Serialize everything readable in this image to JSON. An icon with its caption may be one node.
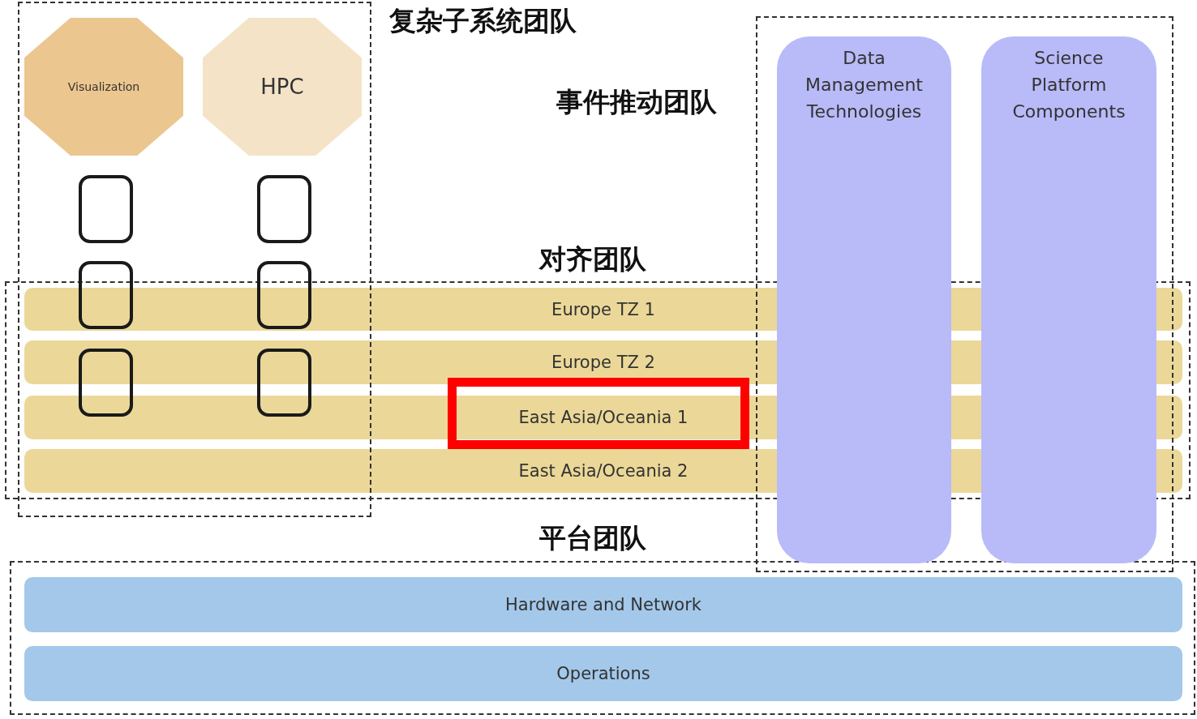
{
  "diagram": {
    "nodes": [
      {
        "text": [
          "复杂子系统团队"
        ]
      },
      {
        "text": [
          "Visualization"
        ],
        "in": 0
      },
      {
        "text": [
          "HPC"
        ],
        "in": 0
      },
      {
        "text": [],
        "shape": "box",
        "in": 0
      },
      {
        "text": [],
        "shape": "box",
        "in": 0
      },
      {
        "text": [],
        "shape": "box",
        "in": 0
      },
      {
        "text": [],
        "shape": "box",
        "in": 0
      },
      {
        "text": [],
        "shape": "box"
      },
      {
        "text": [],
        "shape": "box"
      },
      {
        "text": [
          "事件推动团队"
        ]
      },
      {
        "text": [
          "Data Management Technologies"
        ],
        "in": 9
      },
      {
        "text": [
          "Science Platform Components"
        ],
        "in": 9
      },
      {
        "text": [
          "对齐团队"
        ]
      },
      {
        "text": [
          "Europe TZ 1"
        ],
        "in": 12
      },
      {
        "text": [
          "Europe TZ 2"
        ],
        "in": 12
      },
      {
        "text": [
          "East Asia/Oceania 1"
        ],
        "in": 12
      },
      {
        "text": [
          "East Asia/Oceania 2"
        ],
        "in": 12
      },
      {
        "text": [
          "平台团队"
        ]
      },
      {
        "text": [
          "Hardware and Network"
        ],
        "in": 17
      },
      {
        "text": [
          "Operations"
        ],
        "in": 17
      }
    ]
  }
}
